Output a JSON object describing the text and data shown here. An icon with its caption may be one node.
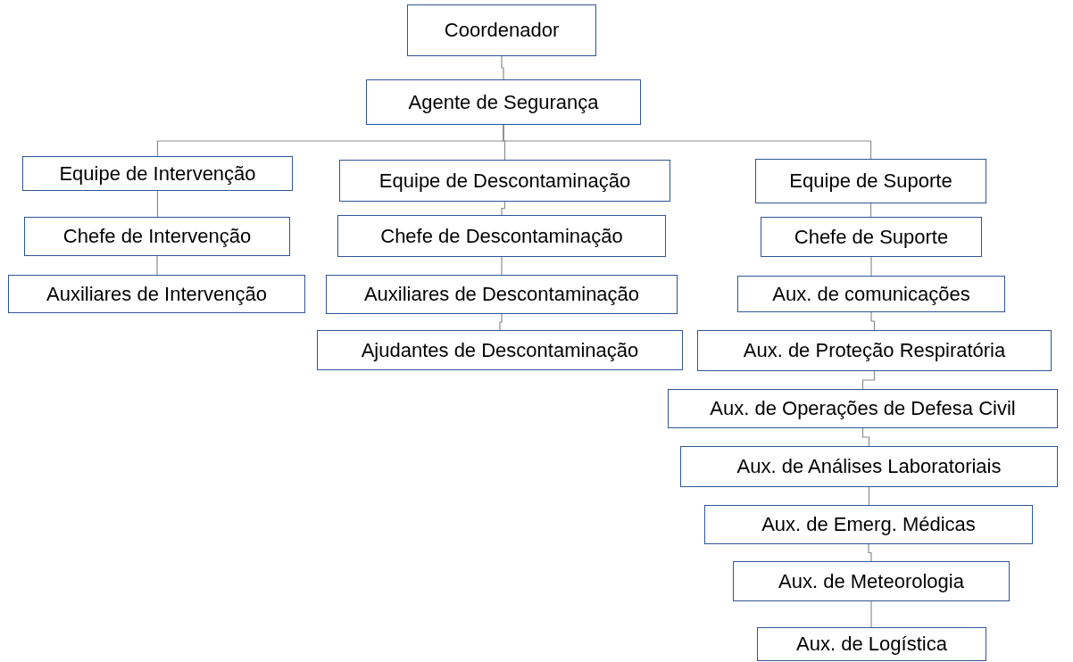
{
  "diagram": {
    "nodes": [
      {
        "text": [
          "Coordenador"
        ]
      },
      {
        "text": [
          "Agente de Segurança"
        ]
      },
      {
        "text": [
          "Equipe de Intervenção"
        ]
      },
      {
        "text": [
          "Chefe de Intervenção"
        ]
      },
      {
        "text": [
          "Auxiliares de Intervenção"
        ]
      },
      {
        "text": [
          "Equipe de Descontaminação"
        ]
      },
      {
        "text": [
          "Chefe de Descontaminação"
        ]
      },
      {
        "text": [
          "Auxiliares de Descontaminação"
        ]
      },
      {
        "text": [
          "Ajudantes de Descontaminação"
        ]
      },
      {
        "text": [
          "Equipe de Suporte"
        ]
      },
      {
        "text": [
          "Chefe de Suporte"
        ]
      },
      {
        "text": [
          "Aux. de comunicações"
        ]
      },
      {
        "text": [
          "Aux. de Proteção Respiratória"
        ]
      },
      {
        "text": [
          "Aux. de Operações de Defesa Civil"
        ]
      },
      {
        "text": [
          "Aux. de Análises Laboratoriais"
        ]
      },
      {
        "text": [
          "Aux. de Emerg. Médicas"
        ]
      },
      {
        "text": [
          "Aux. de Meteorologia"
        ]
      },
      {
        "text": [
          "Aux. de Logística"
        ]
      }
    ],
    "edges": [
      {
        "from": 0,
        "to": 1,
        "arrow": "none"
      },
      {
        "from": 1,
        "to": 2,
        "arrow": "none"
      },
      {
        "from": 1,
        "to": 5,
        "arrow": "none"
      },
      {
        "from": 1,
        "to": 9,
        "arrow": "none"
      },
      {
        "from": 2,
        "to": 3,
        "arrow": "none"
      },
      {
        "from": 3,
        "to": 4,
        "arrow": "none"
      },
      {
        "from": 5,
        "to": 6,
        "arrow": "none"
      },
      {
        "from": 6,
        "to": 7,
        "arrow": "none"
      },
      {
        "from": 7,
        "to": 8,
        "arrow": "none"
      },
      {
        "from": 9,
        "to": 10,
        "arrow": "none"
      },
      {
        "from": 10,
        "to": 11,
        "arrow": "none"
      },
      {
        "from": 11,
        "to": 12,
        "arrow": "none"
      },
      {
        "from": 12,
        "to": 13,
        "arrow": "none"
      },
      {
        "from": 13,
        "to": 14,
        "arrow": "none"
      },
      {
        "from": 14,
        "to": 15,
        "arrow": "none"
      },
      {
        "from": 15,
        "to": 16,
        "arrow": "none"
      },
      {
        "from": 16,
        "to": 17,
        "arrow": "none"
      }
    ]
  }
}
